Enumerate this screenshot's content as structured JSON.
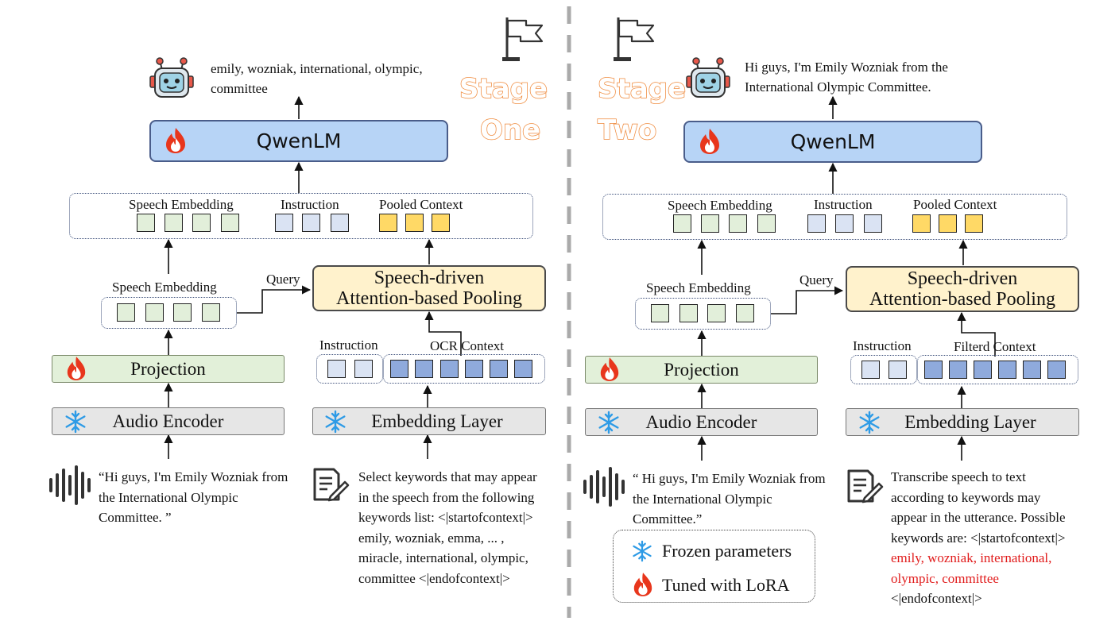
{
  "stage_one": {
    "title_line1": "Stage",
    "title_line2": "One",
    "output_text": "emily, wozniak, international, olympic, committee",
    "qwen_label": "QwenLM",
    "group_labels": {
      "speech": "Speech Embedding",
      "instruction": "Instruction",
      "pooled": "Pooled Context"
    },
    "speech_embedding_label": "Speech Embedding",
    "query_label": "Query",
    "pooling_line1": "Speech-driven",
    "pooling_line2": "Attention-based Pooling",
    "projection_label": "Projection",
    "audio_encoder_label": "Audio Encoder",
    "embedding_layer_label": "Embedding Layer",
    "instruction_label": "Instruction",
    "context_label": "OCR Context",
    "utterance": "“Hi guys, I'm Emily Wozniak from the International Olympic Committee. ”",
    "prompt_lines": [
      "Select keywords that may appear",
      "in the speech from the following",
      "keywords list: <|startofcontext|>",
      "emily, wozniak, emma, ... ,",
      "miracle, international, olympic,",
      "committee <|endofcontext|>"
    ]
  },
  "stage_two": {
    "title_line1": "Stage",
    "title_line2": "Two",
    "output_text": "Hi guys, I'm Emily Wozniak from the International Olympic Committee.",
    "qwen_label": "QwenLM",
    "group_labels": {
      "speech": "Speech Embedding",
      "instruction": "Instruction",
      "pooled": "Pooled Context"
    },
    "speech_embedding_label": "Speech Embedding",
    "query_label": "Query",
    "pooling_line1": "Speech-driven",
    "pooling_line2": "Attention-based Pooling",
    "projection_label": "Projection",
    "audio_encoder_label": "Audio Encoder",
    "embedding_layer_label": "Embedding Layer",
    "instruction_label": "Instruction",
    "context_label": "Filterd Context",
    "utterance": "“ Hi guys, I'm Emily Wozniak from the International Olympic Committee.”",
    "prompt_lines": [
      "Transcribe speech to text",
      "according to keywords may",
      "appear in the utterance. Possible",
      "keywords are: <|startofcontext|>"
    ],
    "prompt_keywords_lines": [
      "emily, wozniak, international,",
      "olympic, committee"
    ],
    "prompt_end": "<|endofcontext|>"
  },
  "legend": {
    "frozen_label": "Frozen parameters",
    "tuned_label": "Tuned with LoRA"
  },
  "colors": {
    "qwen_fill": "#b7d4f6",
    "pooling_fill": "#fff2cc",
    "projection_fill": "#e2f0d9",
    "encoder_fill": "#e6e6e6",
    "stage_orange": "#ef8a3c",
    "keyword_red": "#e11b1b",
    "snowflake_blue": "#2e9be6",
    "flame_red": "#e8361c"
  },
  "icons": [
    "robot-icon",
    "flag-icon",
    "flame-icon",
    "snowflake-icon",
    "waveform-icon",
    "document-pencil-icon"
  ]
}
